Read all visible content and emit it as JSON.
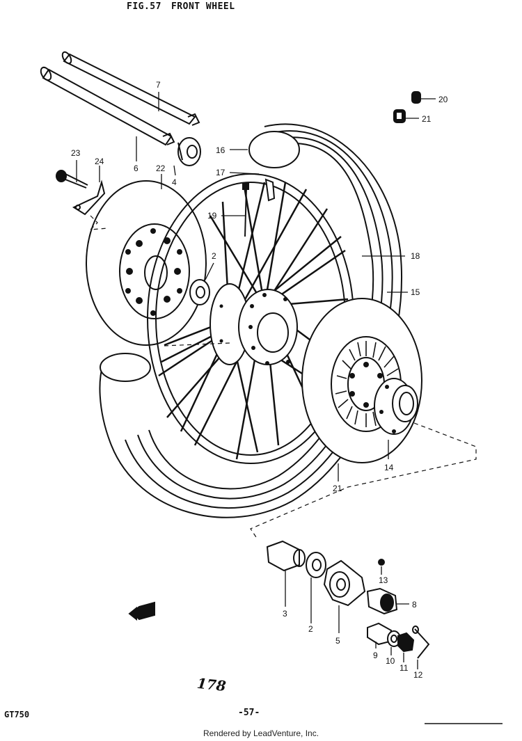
{
  "header": {
    "fig_label": "FIG.57",
    "fig_title": "FRONT WHEEL"
  },
  "callouts": {
    "c1": "7",
    "c2": "6",
    "c3": "4",
    "c4": "20",
    "c5": "21",
    "c6": "16",
    "c7": "17",
    "c8": "23",
    "c9": "24",
    "c10": "22",
    "c11": "19",
    "c12": "2",
    "c13": "18",
    "c14": "15",
    "c15": "14",
    "c16": "21",
    "c17": "13",
    "c18": "3",
    "c19": "2",
    "c20": "5",
    "c21": "8",
    "c22": "9",
    "c23": "10",
    "c24": "11",
    "c25": "12"
  },
  "handwritten_number": "178",
  "model": "GT750",
  "page_number": "-57-",
  "footer": "Rendered by LeadVenture, Inc."
}
